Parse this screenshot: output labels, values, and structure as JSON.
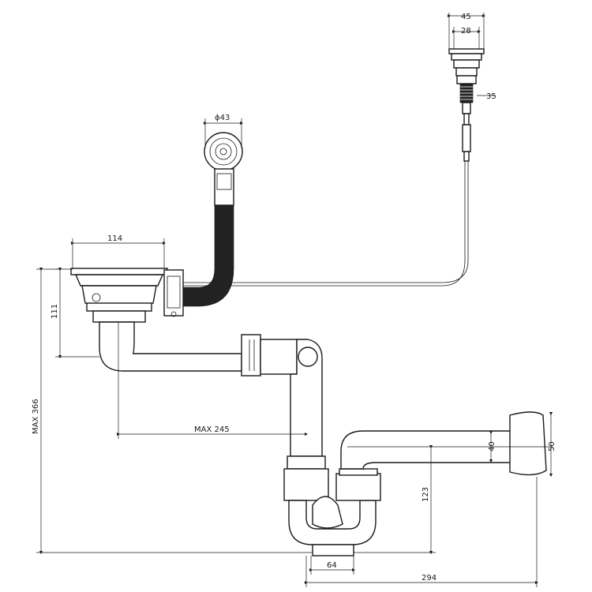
{
  "dimensions": {
    "overflow_head_outer": "45",
    "overflow_head_inner": "28",
    "overflow_thread": "35",
    "overflow_diameter": "ϕ43",
    "strainer": "114",
    "height_111": "111",
    "max_366": "MAX 366",
    "max_245": "MAX 245",
    "d40": "40",
    "d50": "50",
    "h123": "123",
    "w64": "64",
    "w294": "294"
  },
  "colors": {
    "line": "#1a1a1a",
    "hose": "#222222",
    "background": "#ffffff"
  }
}
